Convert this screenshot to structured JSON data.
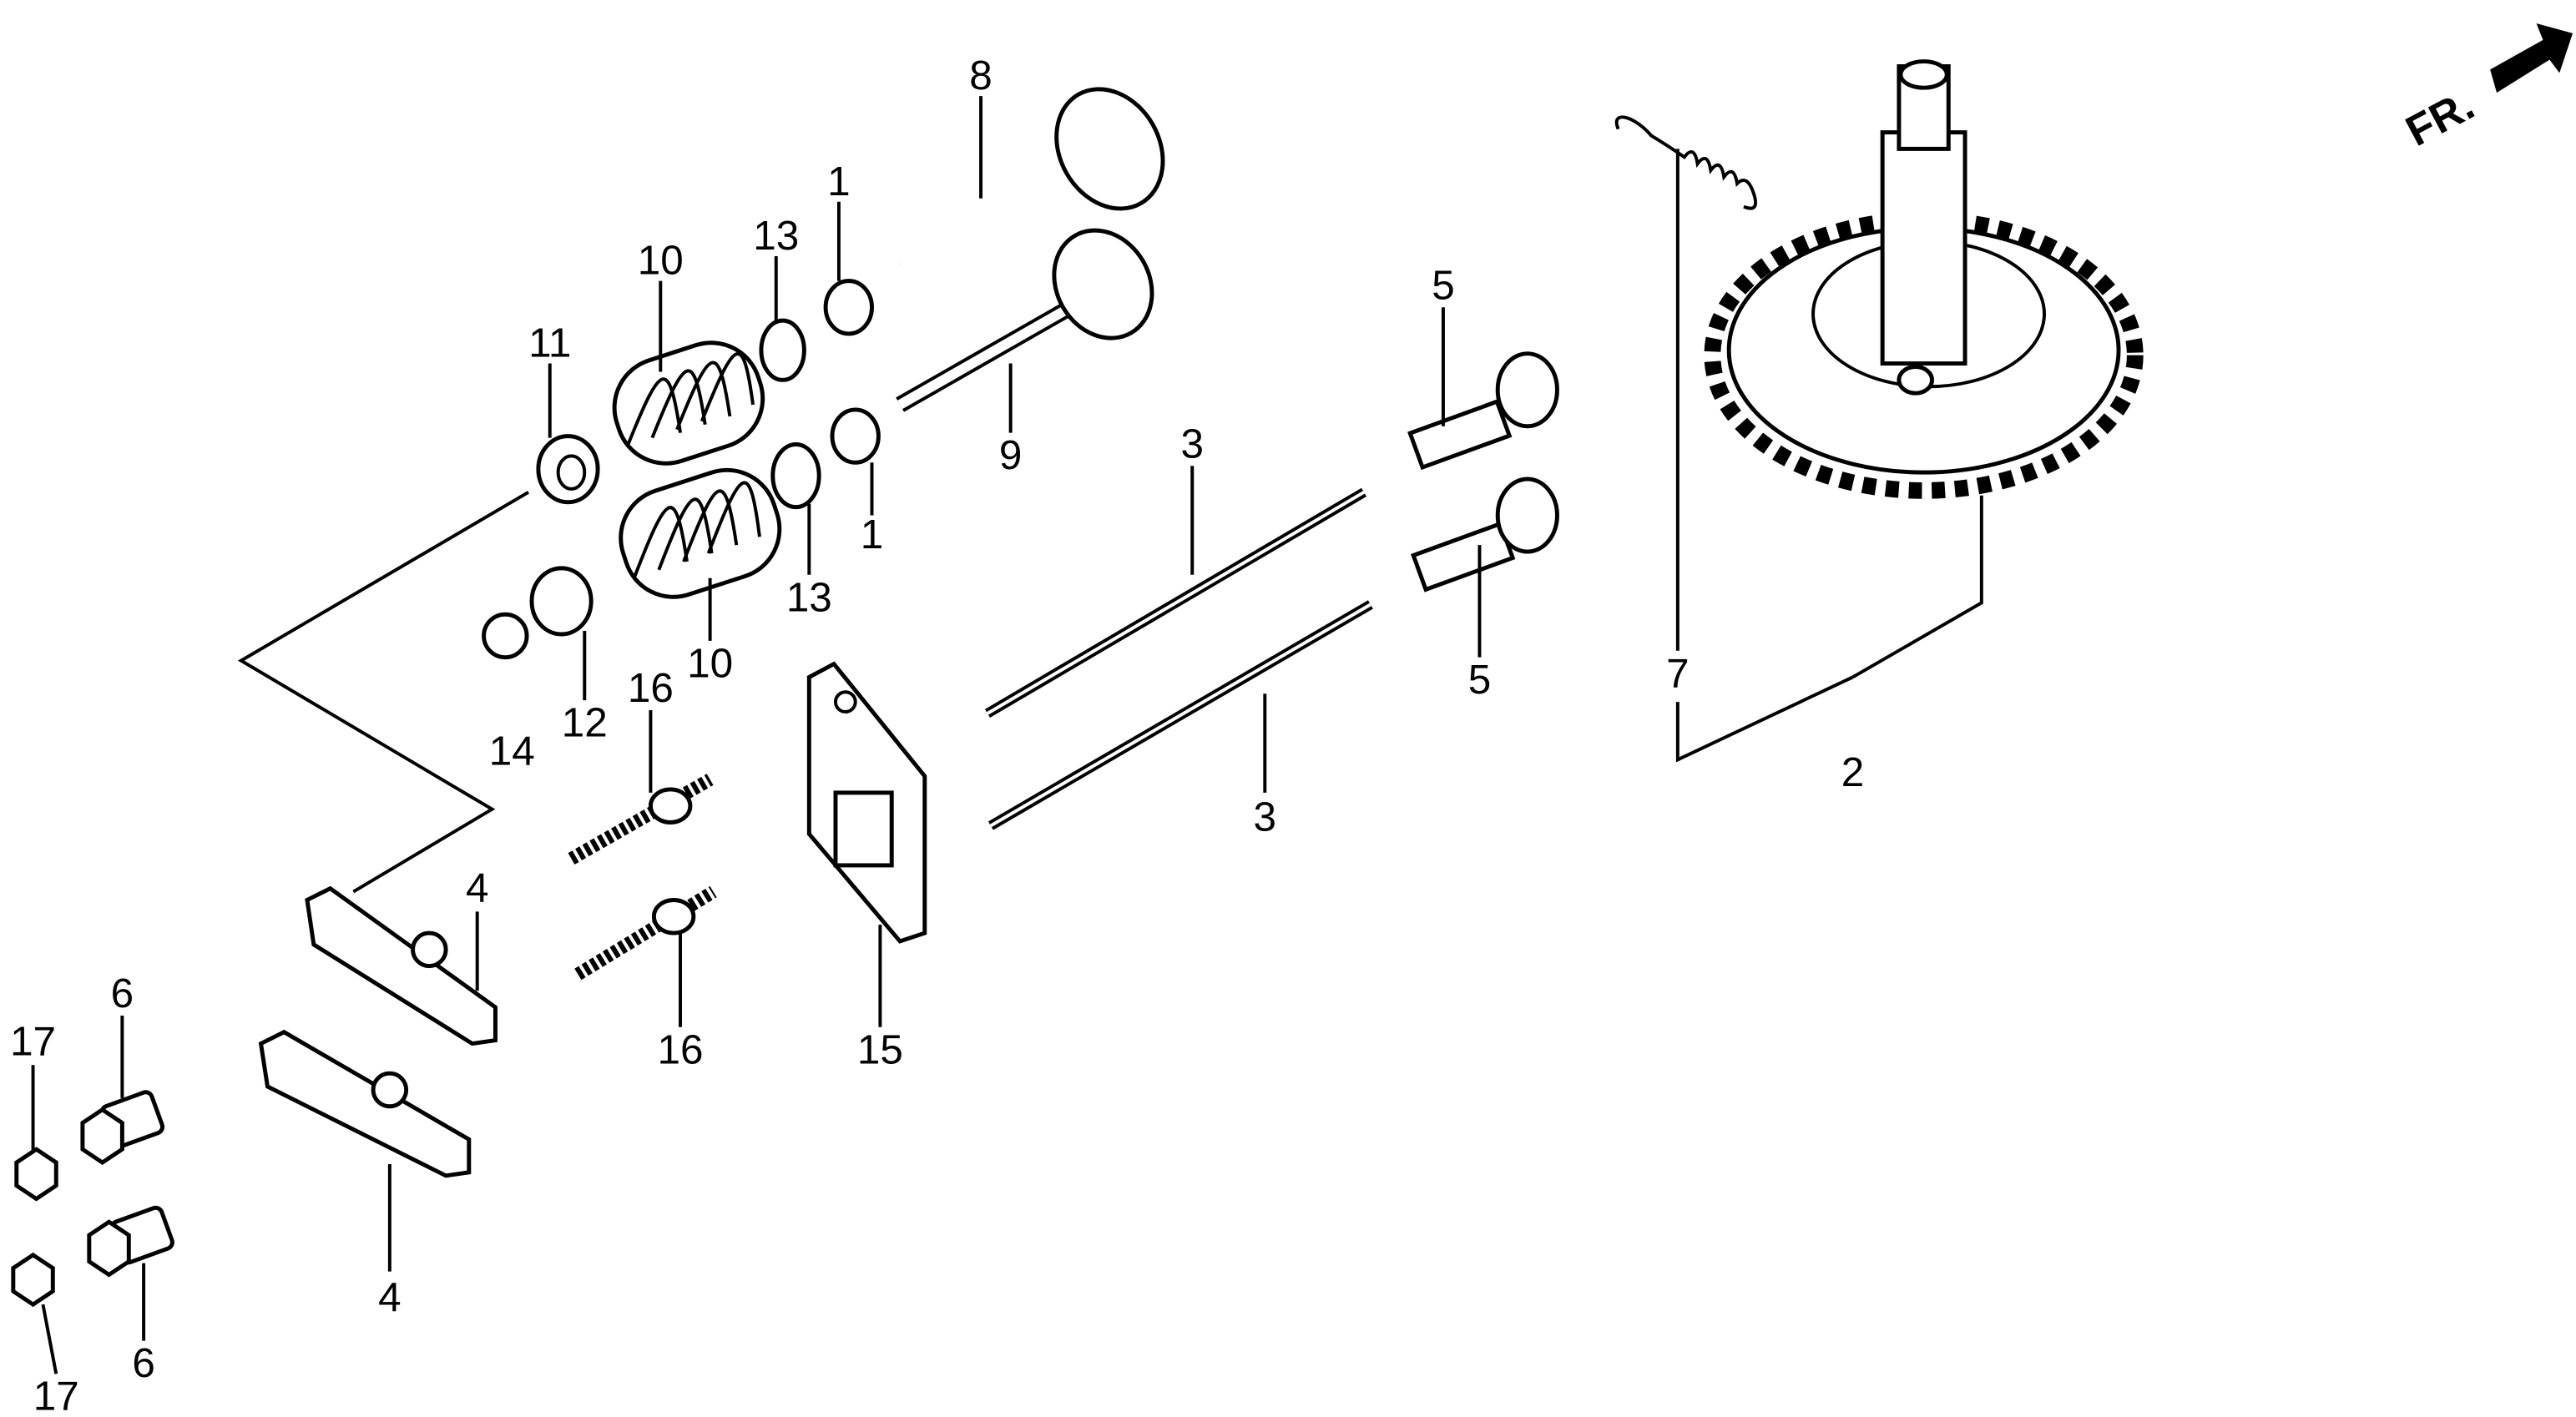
{
  "diagram": {
    "orientation_label": "FR.",
    "callouts": {
      "valve_exhaust": "8",
      "valve_inlet": "9",
      "cotter_upper": "1",
      "cotter_lower": "1",
      "retainer_upper": "13",
      "retainer_lower": "13",
      "spring_upper": "10",
      "spring_lower": "10",
      "rotator": "11",
      "stem_seal": "12",
      "cap": "14",
      "pushrod_upper": "3",
      "pushrod_lower": "3",
      "lifter_upper": "5",
      "lifter_lower": "5",
      "decomp_spring": "7",
      "camshaft": "2",
      "rocker_upper": "4",
      "rocker_lower": "4",
      "pivot_nut_upper": "6",
      "pivot_nut_lower": "6",
      "lock_nut_upper": "17",
      "lock_nut_lower": "17",
      "stud_upper": "16",
      "stud_lower": "16",
      "guide_plate": "15"
    }
  }
}
